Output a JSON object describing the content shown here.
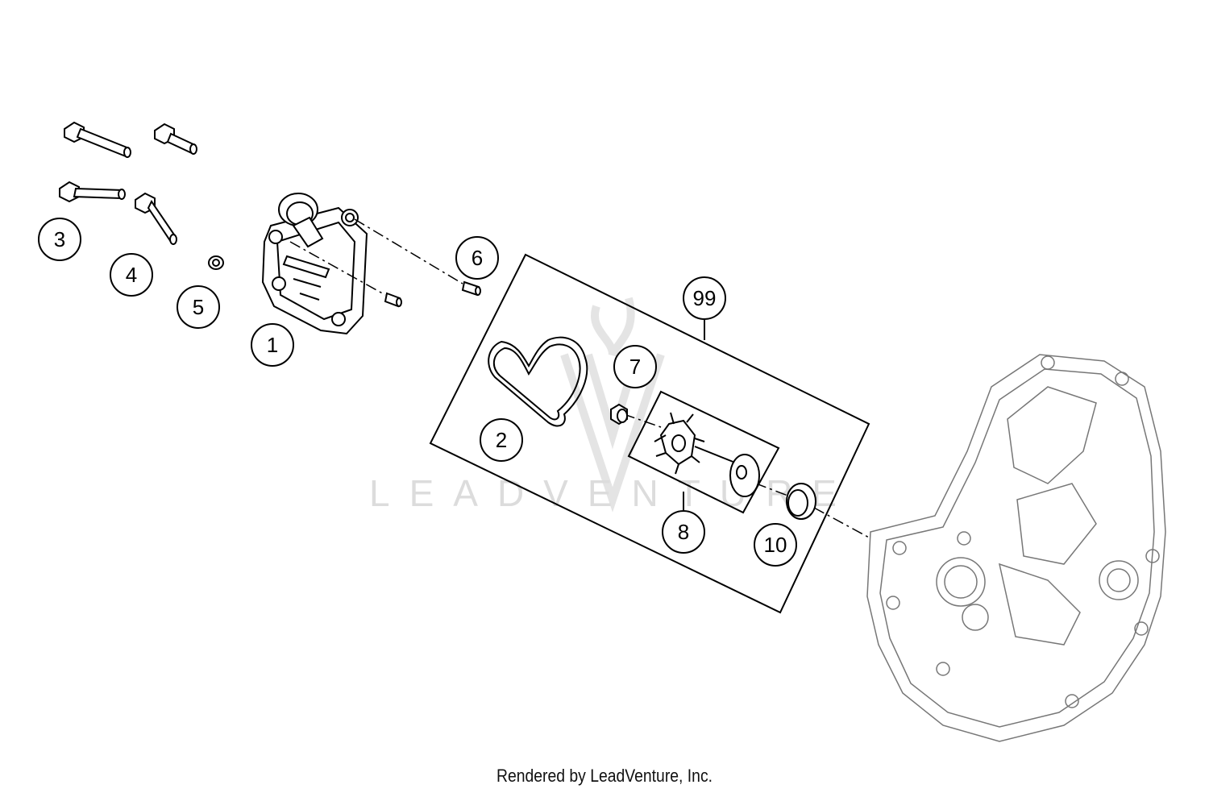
{
  "watermark": {
    "text": "LEADVENTURE"
  },
  "callouts": {
    "c1": "1",
    "c2": "2",
    "c3": "3",
    "c4": "4",
    "c5": "5",
    "c6": "6",
    "c7": "7",
    "c8": "8",
    "c10": "10",
    "c99": "99"
  },
  "footer": {
    "text": "Rendered by LeadVenture, Inc."
  }
}
